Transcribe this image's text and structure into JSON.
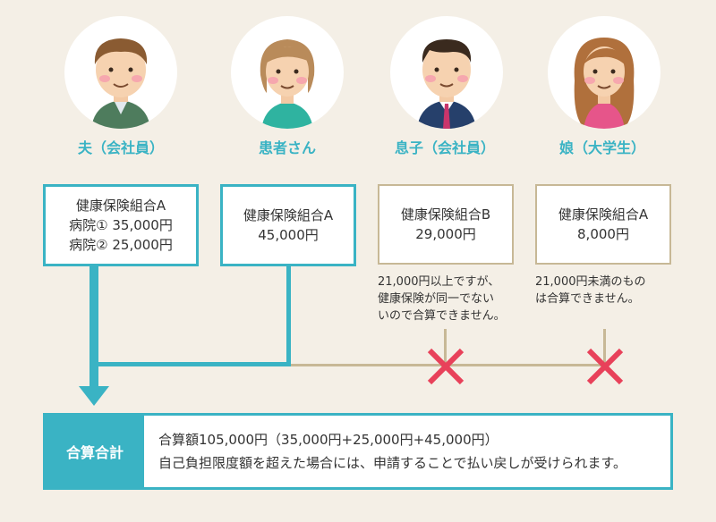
{
  "persons": [
    {
      "label": "夫（会社員）",
      "box_lines": [
        "健康保険組合A",
        "病院① 35,000円",
        "病院② 25,000円"
      ]
    },
    {
      "label": "患者さん",
      "box_lines": [
        "健康保険組合A",
        "45,000円"
      ]
    },
    {
      "label": "息子（会社員）",
      "box_lines": [
        "健康保険組合B",
        "29,000円"
      ],
      "note_lines": [
        "21,000円以上ですが、",
        "健康保険が同一でない",
        "いので合算できません。"
      ]
    },
    {
      "label": "娘（大学生）",
      "box_lines": [
        "健康保険組合A",
        "8,000円"
      ],
      "note_lines": [
        "21,000円未満のもの",
        "は合算できません。"
      ]
    }
  ],
  "total": {
    "heading": "合算合計",
    "line1": "合算額105,000円（35,000円+25,000円+45,000円）",
    "line2": "自己負担限度額を超えた場合には、申請することで払い戻しが受けられます。"
  },
  "colors": {
    "teal": "#3ab3c4",
    "tan": "#c7b896",
    "cross": "#e8415a",
    "background": "#f4efe6"
  }
}
